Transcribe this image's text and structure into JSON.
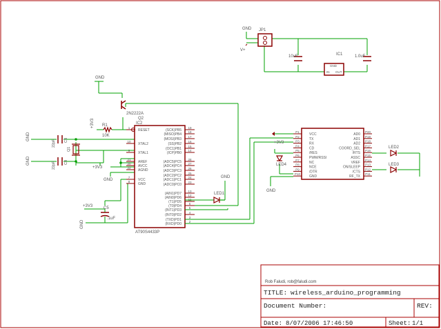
{
  "colors": {
    "frame": "#aa0000",
    "wire": "#00a000",
    "part": "#8b0000",
    "label": "#555555",
    "tb_text": "#222222"
  },
  "title_block": {
    "author": "Rob Faludi, rob@faludi.com",
    "title_label": "TITLE:",
    "title": "wireless_arduino_programming",
    "docnum_label": "Document Number:",
    "rev_label": "REV:",
    "date_label": "Date:",
    "date": "8/07/2006 17:46:50",
    "sheet_label": "Sheet:",
    "sheet": "1/1"
  },
  "power": {
    "jp1": "JP1",
    "ic1": "IC1",
    "gnd": "GND",
    "vplus": "V+",
    "c_left": "10uF",
    "c_right": "1.0uF",
    "ic1_gnd": "GND",
    "ic1_in": "IN",
    "ic1_out": "OUT"
  },
  "mcu": {
    "name": "IC2",
    "part": "AT90S4433P",
    "left_pins": [
      "RESET",
      "XTAL2",
      "XTAL1",
      "AREF",
      "AVCC",
      "AGND",
      "VCC",
      "GND"
    ],
    "left_nums": [
      "1",
      "10",
      "9",
      "21",
      "20",
      "22",
      "7",
      "8"
    ],
    "right_pins": [
      "(SCK)PB5",
      "(MISO)PB4",
      "(MOSI)PB3",
      "(SS)PB2",
      "(OC1)PB1",
      "(ICP)PB0",
      "(ADC5)PC5",
      "(ADC4)PC4",
      "(ADC3)PC3",
      "(ADC2)PC2",
      "(ADC1)PC1",
      "(ADC0)PC0",
      "(AIN1)PD7",
      "(AIN0)PD6",
      "(T1)PD5",
      "(T0)PD4",
      "(INT1)PD3",
      "(INT0)PD2",
      "(TXD)PD1",
      "(RXD)PD0"
    ],
    "right_nums": [
      "19",
      "18",
      "17",
      "16",
      "15",
      "14",
      "28",
      "27",
      "26",
      "25",
      "24",
      "23",
      "13",
      "12",
      "11",
      "6",
      "5",
      "4",
      "3",
      "2"
    ]
  },
  "radio": {
    "left_pins": [
      "VCC",
      "TX",
      "RX",
      "CD",
      "/RES",
      "PWM/RSSI",
      "NC",
      "NCE",
      "/DTR",
      "GND"
    ],
    "left_nums": [
      "P1",
      "P2",
      "P3",
      "P4",
      "P5",
      "P6",
      "P7",
      "P8",
      "P9",
      "P10"
    ],
    "right_pins": [
      "AD0",
      "AD1",
      "AD2",
      "COORD_SEL",
      "/RTS",
      "ASSC",
      "VREF",
      "ON/SLEEP",
      "/CTS",
      "RF_TX"
    ],
    "right_nums": [
      "P20",
      "P19",
      "P18",
      "P17",
      "P16",
      "P15",
      "P14",
      "P13",
      "P12",
      "P11"
    ]
  },
  "parts": {
    "q2": "Q2",
    "q2_part": "2N2222A",
    "gnd_top": "GND",
    "v33_top": "+3V3",
    "r1": "R1",
    "r1_val": "10K",
    "c3": "C3",
    "c4": "C4",
    "c3_val": "22pF",
    "c4_val": "22pF",
    "q1": "Q1",
    "gnd_c3": "GND",
    "gnd_c4": "GND",
    "v33_aref": "+3V3",
    "gnd_agnd": "GND",
    "v33_c5": "+3V3",
    "c5": "C5",
    "c5_val": ".1uF",
    "gnd_c5": "GND",
    "led1": "LED1",
    "gnd_led1": "GND",
    "v33_radio": "+3V3",
    "led4": "LED4",
    "gnd_radio": "GND",
    "led2": "LED2",
    "led3": "LED3"
  }
}
